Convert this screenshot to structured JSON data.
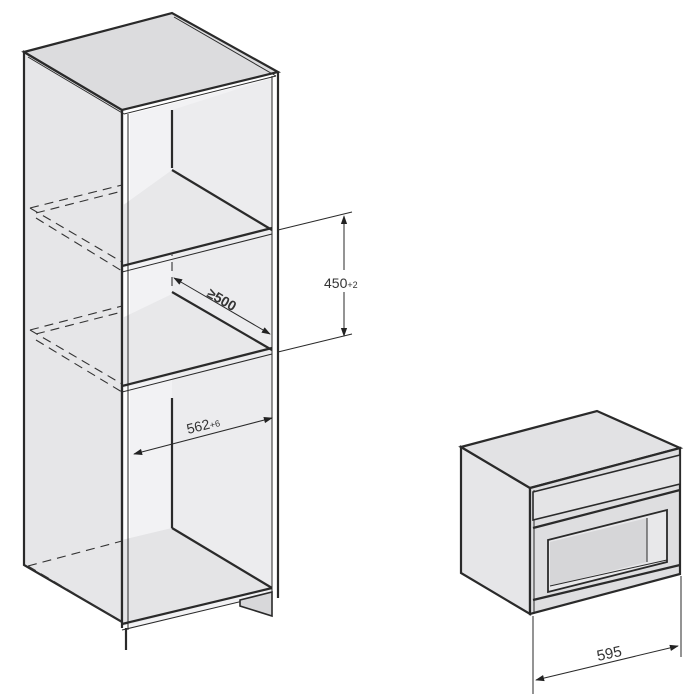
{
  "diagram": {
    "type": "appliance-installation-drawing",
    "colors": {
      "line": "#2a2a2a",
      "panel_side": "#e6e6e8",
      "panel_top": "#dcdcde",
      "panel_inner": "#f0f0f2",
      "background": "#ffffff"
    },
    "tall_cabinet": {
      "dimensions": {
        "niche_height": {
          "value": "450",
          "tolerance": "+2"
        },
        "niche_depth": {
          "value": "≥500",
          "tolerance": ""
        },
        "niche_width": {
          "value": "562",
          "tolerance": "+6"
        }
      }
    },
    "appliance": {
      "dimensions": {
        "width": {
          "value": "595",
          "tolerance": ""
        }
      }
    }
  }
}
